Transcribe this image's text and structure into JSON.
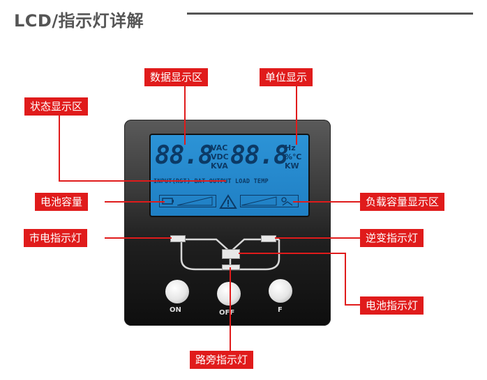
{
  "title": "LCD/指示灯详解",
  "lcd": {
    "digits_left": "88.8",
    "digits_right": "88.8",
    "units_left": [
      "VAC",
      "VDC",
      "KVA"
    ],
    "units_right": [
      "Hz",
      "%℃",
      "KW"
    ],
    "status_row": "INPUT(RST) BAT OUTPUT LOAD TEMP"
  },
  "buttons": {
    "on": "ON",
    "off": "OFF",
    "f": "F"
  },
  "labels": {
    "data_display": "数据显示区",
    "unit_display": "单位显示",
    "status_display": "状态显示区",
    "battery_capacity": "电池容量",
    "load_capacity": "负载容量显示区",
    "mains_indicator": "市电指示灯",
    "inverter_indicator": "逆变指示灯",
    "battery_indicator": "电池指示灯",
    "bypass_indicator": "路旁指示灯"
  },
  "colors": {
    "accent": "#e01b1b",
    "lcd": "#2c93d6"
  }
}
